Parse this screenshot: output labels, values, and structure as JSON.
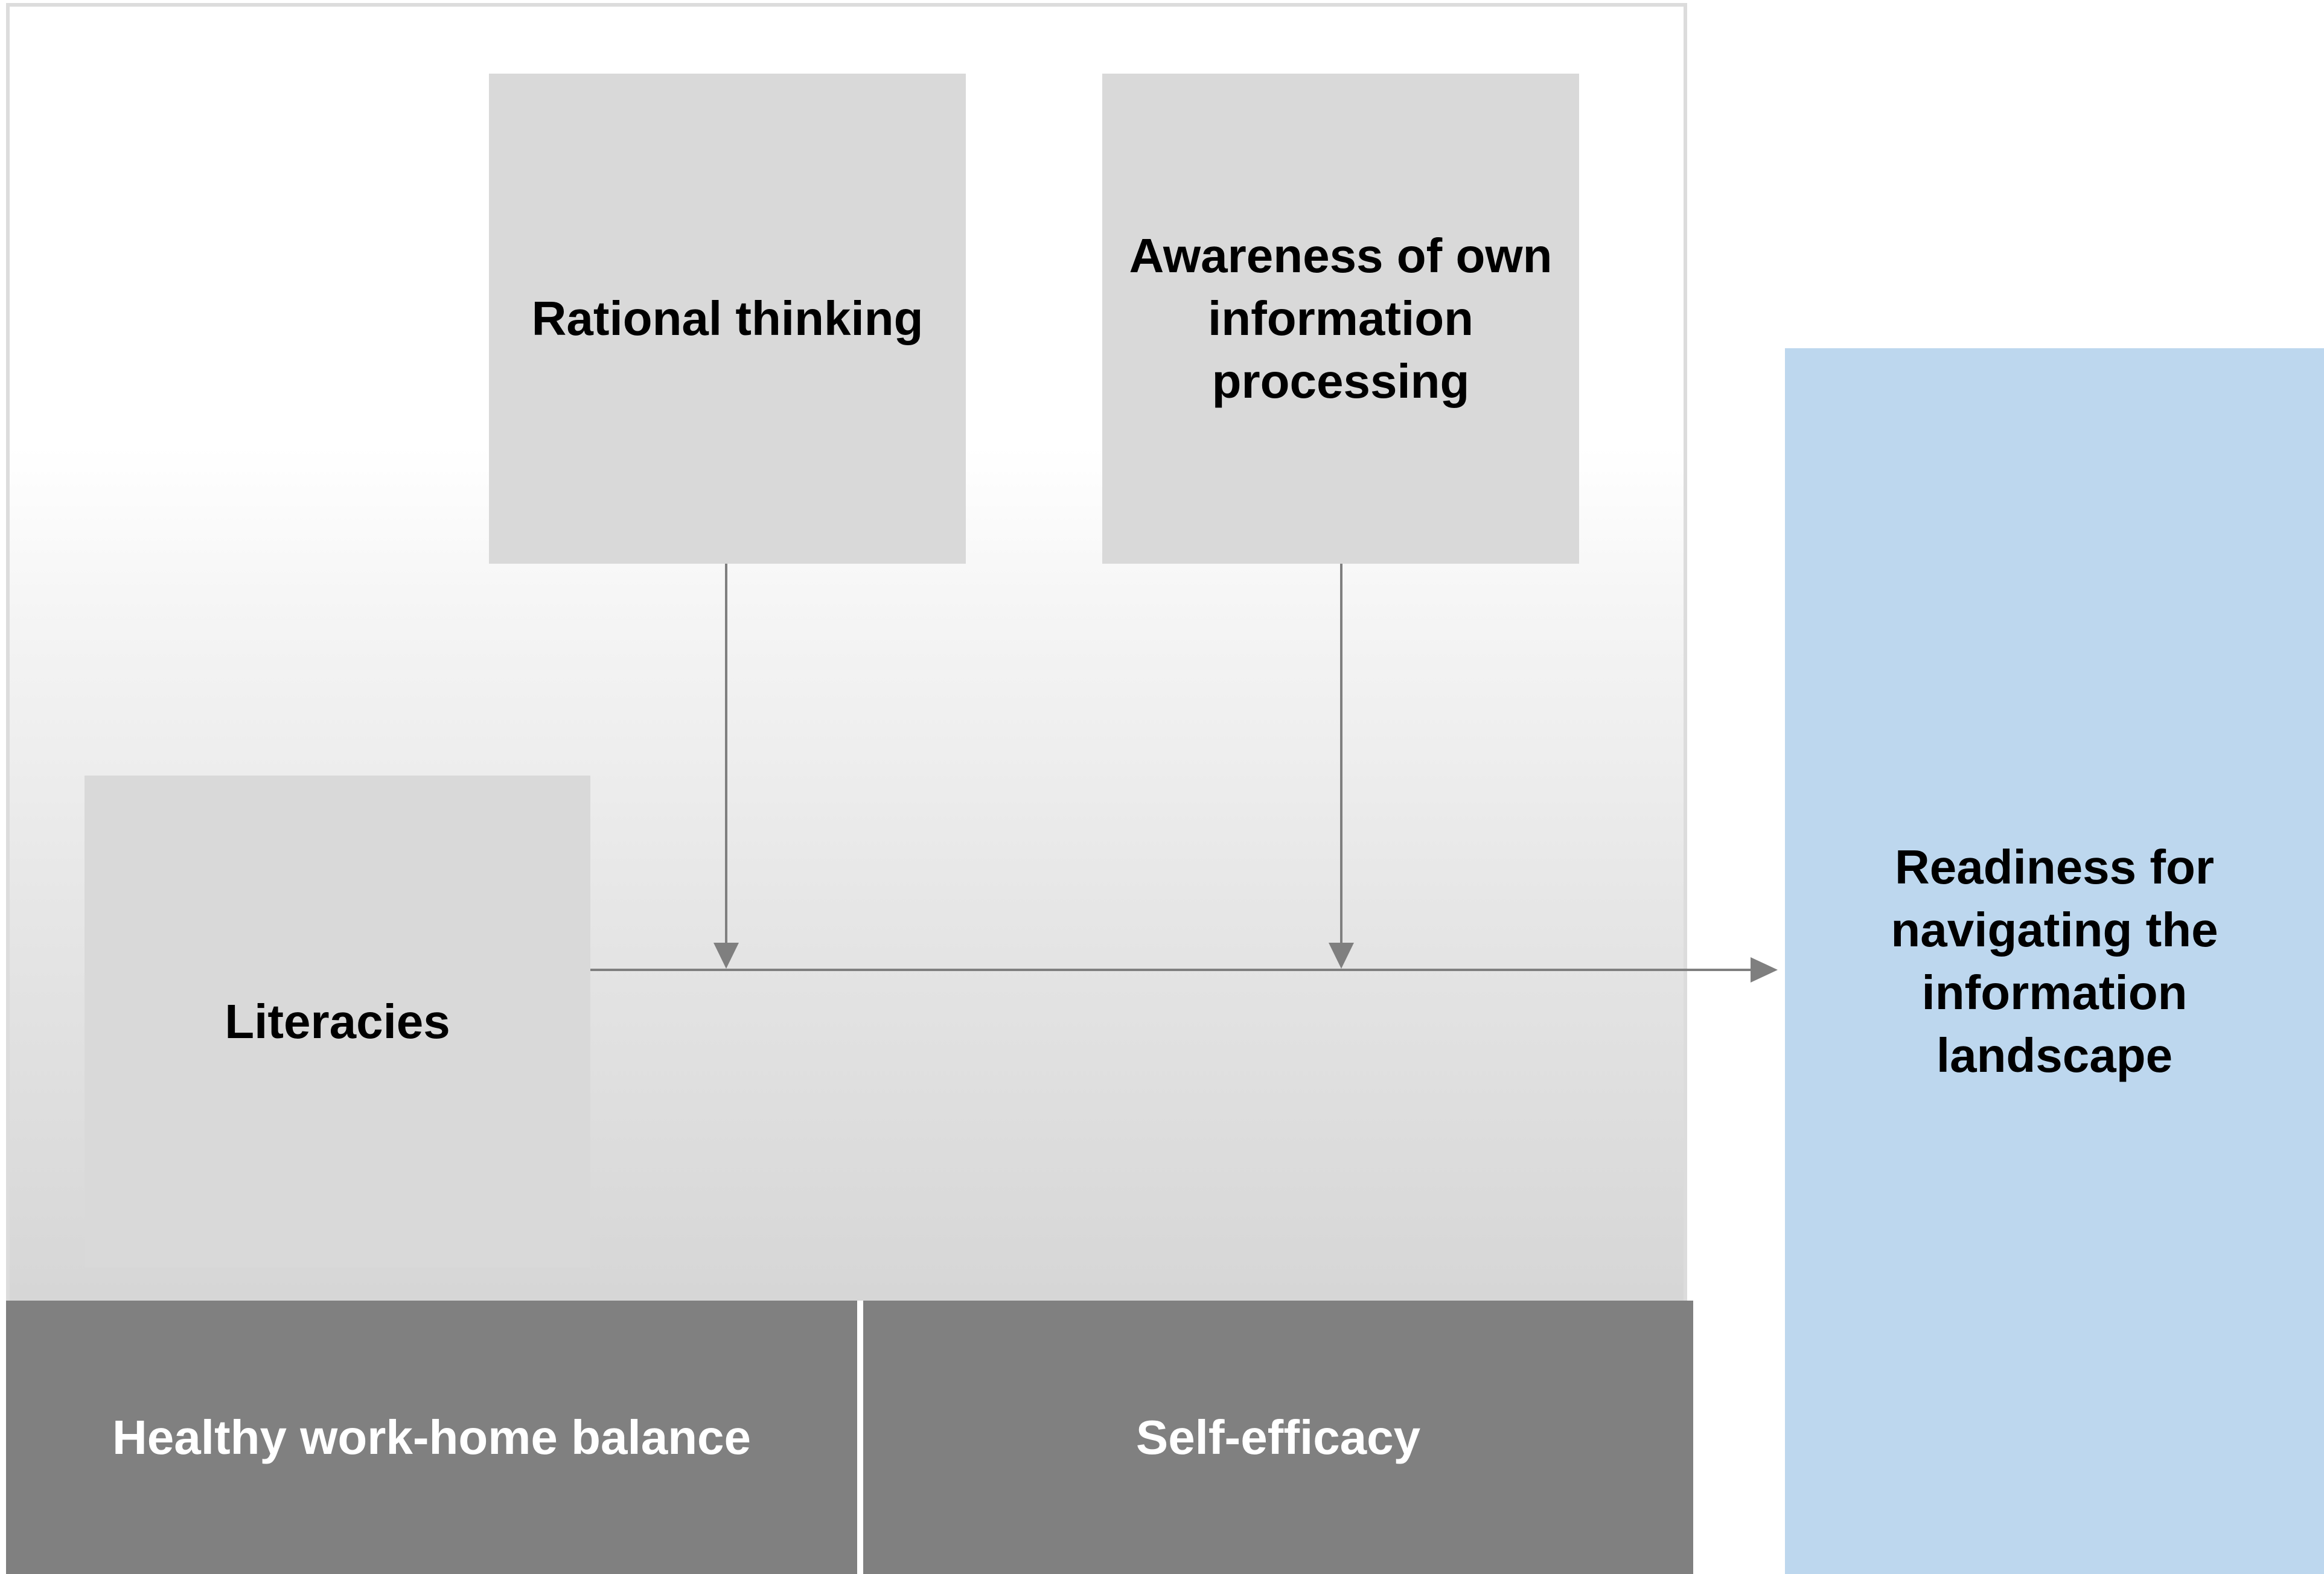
{
  "diagram": {
    "nodes": {
      "rational_thinking": "Rational thinking",
      "awareness": "Awareness of own information processing",
      "literacies": "Literacies",
      "work_home_balance": "Healthy work-home balance",
      "self_efficacy": "Self-efficacy",
      "readiness": "Readiness for navigating the information landscape"
    },
    "edges": [
      {
        "from": "literacies",
        "to": "readiness"
      },
      {
        "from": "rational_thinking",
        "to": "literacies-readiness-link"
      },
      {
        "from": "awareness",
        "to": "literacies-readiness-link"
      }
    ],
    "colors": {
      "node_fill": "#d9d9d9",
      "base_fill": "#808080",
      "outcome_fill": "#bdd7ee",
      "arrow": "#7f7f7f"
    }
  }
}
